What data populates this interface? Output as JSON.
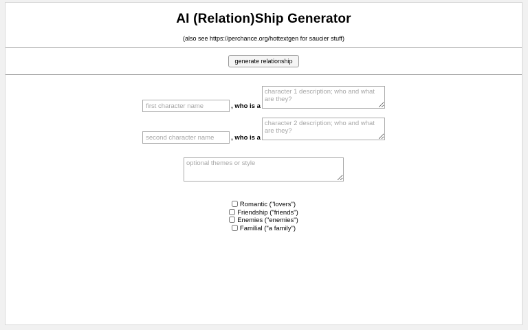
{
  "page": {
    "title": "AI (Relation)Ship Generator",
    "subtitle": "(also see https://perchance.org/hottextgen for saucier stuff)"
  },
  "toolbar": {
    "generate_button_label": "generate relationship"
  },
  "form": {
    "character1": {
      "name_placeholder": "first character name",
      "name_value": "",
      "connector_label": ", who is a",
      "description_placeholder": "character 1 description; who and what are they?",
      "description_value": ""
    },
    "character2": {
      "name_placeholder": "second character name",
      "name_value": "",
      "connector_label": ", who is a",
      "description_placeholder": "character 2 description; who and what are they?",
      "description_value": ""
    },
    "themes": {
      "placeholder": "optional themes or style",
      "value": ""
    },
    "relationship_types": [
      {
        "label": "Romantic (\"lovers\")",
        "checked": false
      },
      {
        "label": "Friendship (\"friends\")",
        "checked": false
      },
      {
        "label": "Enemies (\"enemies\")",
        "checked": false
      },
      {
        "label": "Familial (\"a family\")",
        "checked": false
      }
    ]
  },
  "colors": {
    "page_background": "#f1f1f1",
    "panel_background": "#ffffff",
    "panel_border": "#d6d6d6",
    "section_divider": "#a4a4a4",
    "input_border": "#ababab",
    "placeholder_text": "#a6a6a6",
    "button_background": "#f5f5f5",
    "button_border": "#999999",
    "text": "#000000"
  }
}
